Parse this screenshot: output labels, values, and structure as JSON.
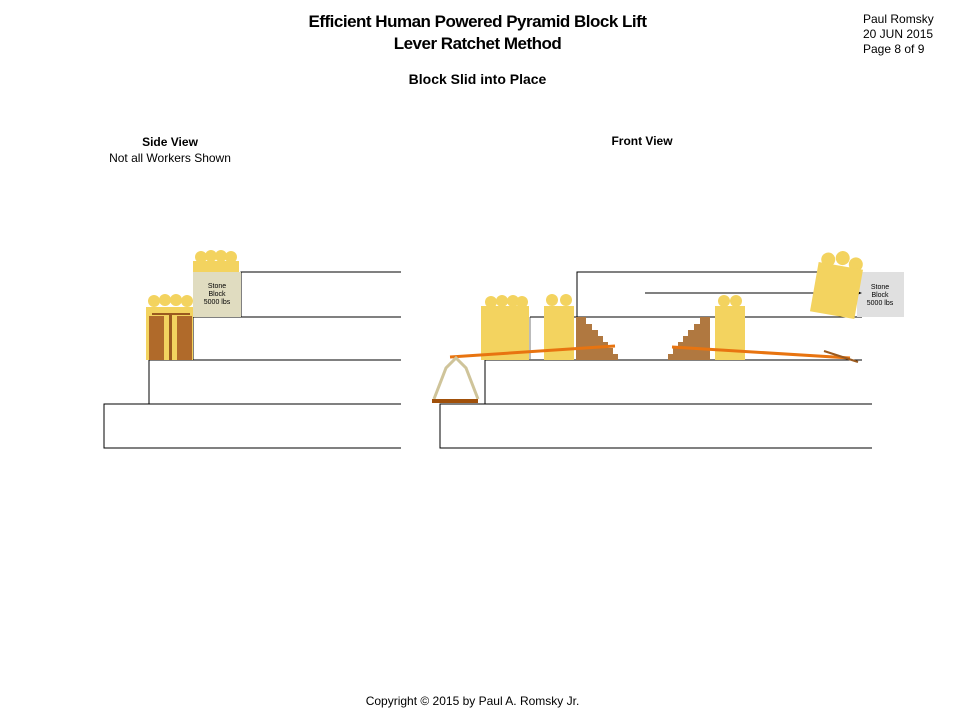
{
  "header": {
    "title_line1": "Efficient Human Powered Pyramid Block Lift",
    "title_line2": "Lever Ratchet Method",
    "author": "Paul Romsky",
    "date": "20 JUN 2015",
    "page": "Page 8 of 9"
  },
  "subtitle": "Block Slid into Place",
  "side_view": {
    "heading": "Side View",
    "note": "Not all Workers Shown",
    "block": [
      "Stone",
      "Block",
      "5000 lbs"
    ]
  },
  "front_view": {
    "heading": "Front View",
    "block": [
      "Stone",
      "Block",
      "5000 lbs"
    ]
  },
  "footer": {
    "copyright": "Copyright © 2015 by Paul A. Romsky Jr."
  },
  "colors": {
    "worker": "#f3d35f",
    "wood": "#b07840",
    "lever": "#e87410",
    "block_side": "#e0dcc0",
    "block_front": "#e0e0e0",
    "trestle": "#cfc49a"
  }
}
